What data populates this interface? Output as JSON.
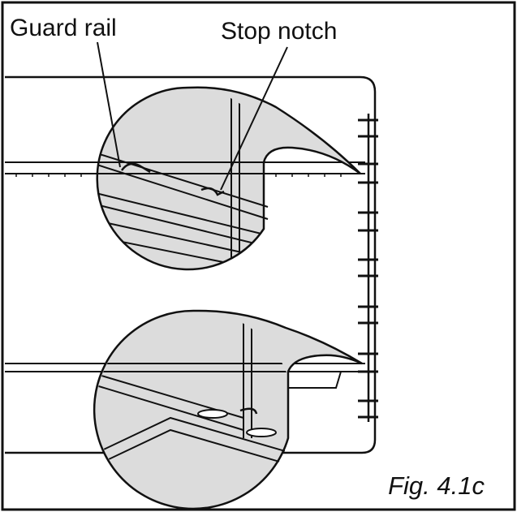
{
  "labels": {
    "guard_rail": "Guard rail",
    "stop_notch": "Stop notch"
  },
  "caption": "Fig. 4.1c",
  "colors": {
    "ink": "#111111",
    "callout_fill": "#dcdcdc",
    "background": "#ffffff"
  }
}
